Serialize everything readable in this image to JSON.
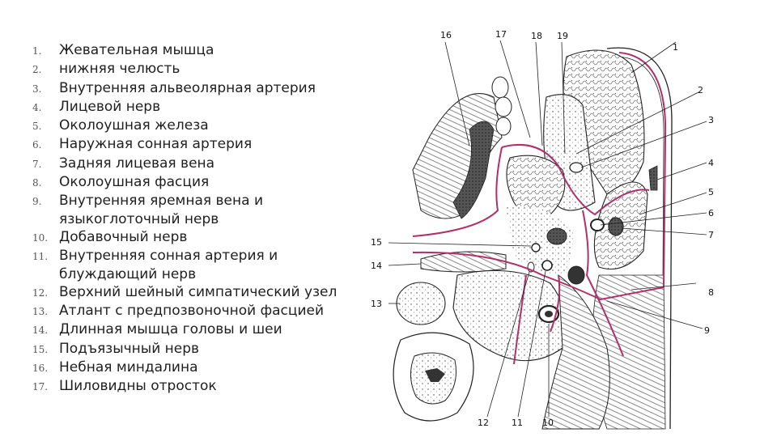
{
  "legend": [
    {
      "num": "1.",
      "text": "Жевательная мышца"
    },
    {
      "num": "2.",
      "text": "нижняя челюсть"
    },
    {
      "num": "3.",
      "text": "Внутренняя альвеолярная артерия"
    },
    {
      "num": "4.",
      "text": "Лицевой нерв"
    },
    {
      "num": "5.",
      "text": "Околоушная железа"
    },
    {
      "num": "6.",
      "text": "Наружная сонная артерия"
    },
    {
      "num": "7.",
      "text": "Задняя лицевая вена"
    },
    {
      "num": "8.",
      "text": "Околоушная фасция"
    },
    {
      "num": "9.",
      "text": "Внутренняя яремная вена и языкоглоточный нерв"
    },
    {
      "num": "10.",
      "text": "Добавочный нерв"
    },
    {
      "num": "11.",
      "text": "Внутренняя сонная артерия и блуждающий нерв"
    },
    {
      "num": "12.",
      "text": "Верхний шейный симпатический узел"
    },
    {
      "num": "13.",
      "text": "Атлант с предпозвоночной фасцией"
    },
    {
      "num": "14.",
      "text": "Длинная мышца головы и шеи"
    },
    {
      "num": "15.",
      "text": "Подъязычный нерв"
    },
    {
      "num": "16.",
      "text": "Небная миндалина"
    },
    {
      "num": "17.",
      "text": "Шиловидны отросток"
    }
  ],
  "figure_labels": [
    "1",
    "2",
    "3",
    "4",
    "5",
    "6",
    "7",
    "8",
    "9",
    "10",
    "11",
    "12",
    "13",
    "14",
    "15",
    "16",
    "17",
    "18",
    "19"
  ],
  "colors": {
    "fascia": "#b0306a",
    "ink": "#222222",
    "background": "#ffffff"
  }
}
